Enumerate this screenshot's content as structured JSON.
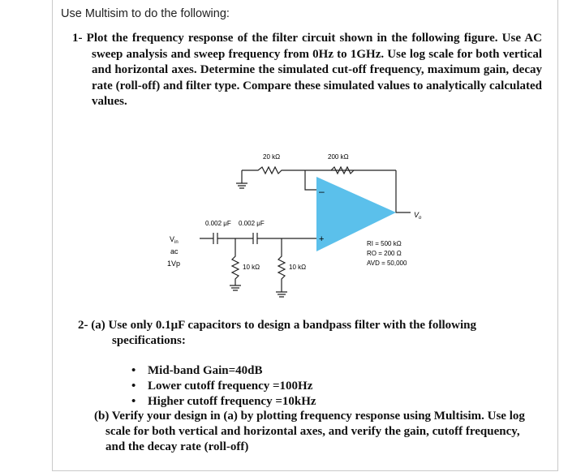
{
  "heading": "Use Multisim to do the following:",
  "q1": {
    "text": "1- Plot the frequency response of the filter circuit shown in the following figure. Use AC sweep analysis and sweep frequency from 0Hz to 1GHz. Use log scale for both vertical and horizontal axes. Determine the simulated cut-off frequency, maximum gain, decay rate (roll-off) and filter type. Compare these simulated values to analytically calculated values."
  },
  "circuit": {
    "rf1": "20 kΩ",
    "rf2": "200 kΩ",
    "vout": "V",
    "vout_sub": "o",
    "c1": "0.002 μF",
    "c2": "0.002 μF",
    "vin": "V",
    "vin_sub": "in",
    "vin_type": "ac",
    "vin_amp": "1Vp",
    "r1": "10 kΩ",
    "r2": "10 kΩ",
    "minus": "–",
    "plus": "+",
    "ri": "RI = 500 kΩ",
    "ro": "RO = 200 Ω",
    "avd": "AVD = 50,000"
  },
  "q2a": "2- (a) Use only 0.1μF capacitors to design a bandpass filter with the following specifications:",
  "bullets": [
    "Mid-band Gain=40dB",
    "Lower cutoff frequency =100Hz",
    "Higher cutoff frequency =10kHz"
  ],
  "q2b": "(b) Verify your design in (a) by plotting frequency response using Multisim. Use log scale for both vertical and horizontal axes, and verify the gain, cutoff frequency, and the decay rate (roll-off)",
  "colors": {
    "opamp_fill": "#5bc0eb"
  }
}
